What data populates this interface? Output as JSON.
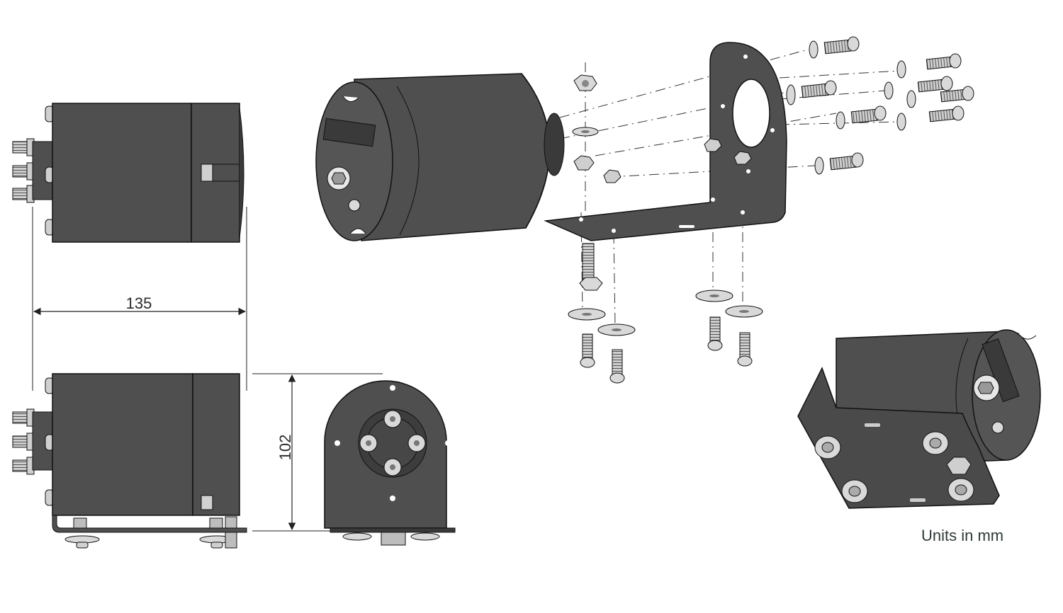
{
  "diagram": {
    "dimensions": {
      "length": "135",
      "height": "102"
    },
    "units_note": "Units in mm",
    "colors": {
      "body": "#4f4f4f",
      "body_dark": "#3a3a3a",
      "line": "#111111",
      "hardware_light": "#d9d9d9",
      "hardware_mid": "#9a9a9a",
      "dimension": "#222222"
    }
  }
}
